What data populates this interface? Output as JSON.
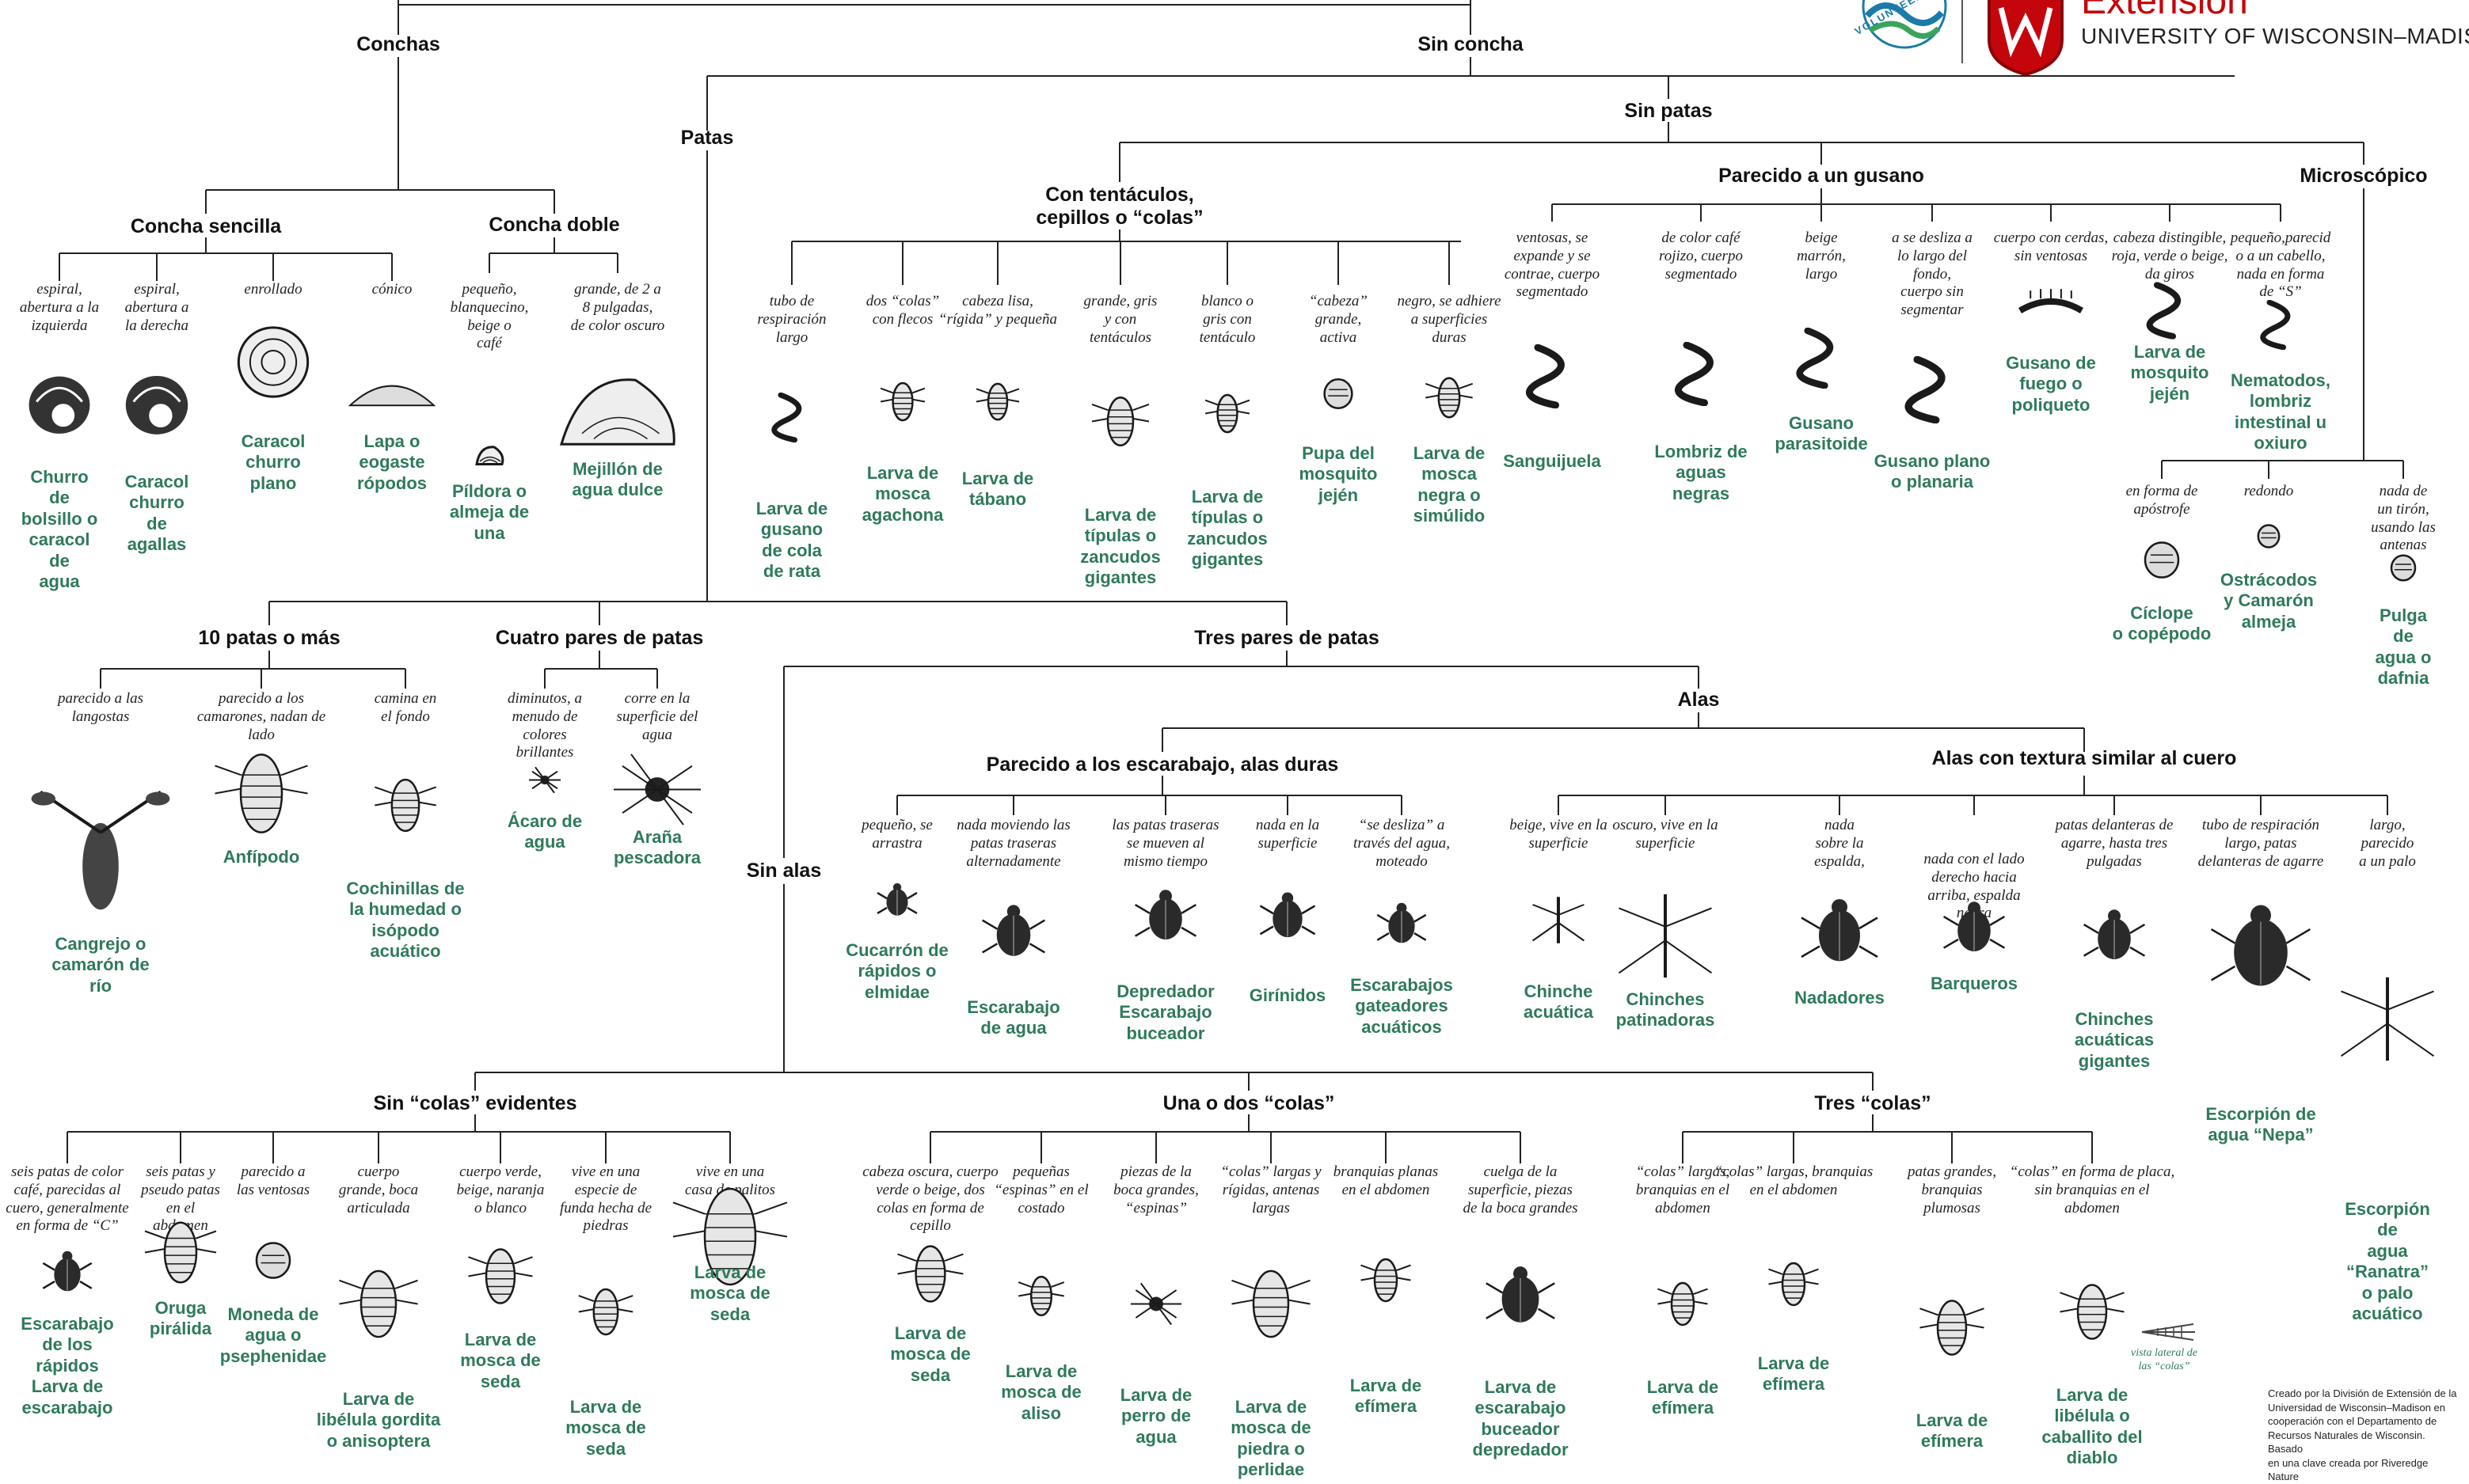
{
  "header": {
    "extension": "Extension",
    "university": "UNIVERSITY OF WISCONSIN–MADISON",
    "volunteers": "VOLUNTEERS"
  },
  "credit": [
    "Creado por la División de Extensión de la",
    "Universidad de Wisconsin–Madison en",
    "cooperación con el Departamento de",
    "Recursos Naturales de Wisconsin. Basado",
    "en una clave creada por Riveredge Nature"
  ],
  "headings": {
    "conchas": "Conchas",
    "sin_concha": "Sin concha",
    "sin_patas": "Sin patas",
    "patas": "Patas",
    "concha_sencilla": "Concha sencilla",
    "concha_doble": "Concha doble",
    "tentaculos": [
      "Con tentáculos,",
      "cepillos o “colas”"
    ],
    "gusano": "Parecido a un gusano",
    "microscopico": "Microscópico",
    "diez_patas": "10 patas o más",
    "cuatro_pares": "Cuatro pares de patas",
    "tres_pares": "Tres pares de patas",
    "alas": "Alas",
    "sin_alas": "Sin alas",
    "escarabajo": "Parecido a los escarabajo, alas duras",
    "cuero": "Alas con textura similar al cuero",
    "sin_colas": "Sin “colas” evidentes",
    "una_dos": "Una o dos “colas”",
    "tres_colas": "Tres “colas”"
  },
  "organisms": [
    {
      "id": "churro",
      "desc": [
        "espiral,",
        "abertura a la",
        "izquierda"
      ],
      "name": [
        "Churro",
        "de",
        "bolsillo o",
        "caracol",
        "de",
        "agua"
      ],
      "icon": "left-spiral-snail-icon"
    },
    {
      "id": "caracol-agallas",
      "desc": [
        "espiral,",
        "abertura a",
        "la derecha"
      ],
      "name": [
        "Caracol",
        "churro",
        "de",
        "agallas"
      ],
      "icon": "right-spiral-snail-icon"
    },
    {
      "id": "caracol-plano",
      "desc": [
        "enrollado"
      ],
      "name": [
        "Caracol",
        "churro",
        "plano"
      ],
      "icon": "planorbid-snail-icon"
    },
    {
      "id": "lapa",
      "desc": [
        "cónico"
      ],
      "name": [
        "Lapa o",
        "eogaste",
        "rópodos"
      ],
      "icon": "limpet-icon"
    },
    {
      "id": "pildora",
      "desc": [
        "pequeño,",
        "blanquecino,",
        "beige o",
        "café"
      ],
      "name": [
        "Píldora o",
        "almeja de",
        "una"
      ],
      "icon": "pea-clam-icon"
    },
    {
      "id": "mejillon",
      "desc": [
        "grande, de 2 a",
        "8 pulgadas,",
        "de color oscuro"
      ],
      "name": [
        "Mejillón de",
        "agua dulce"
      ],
      "icon": "mussel-icon"
    },
    {
      "id": "gusano-rata",
      "desc": [
        "tubo de",
        "respiración",
        "largo"
      ],
      "name": [
        "Larva de",
        "gusano",
        "de cola",
        "de rata"
      ],
      "icon": "rat-tailed-maggot-icon"
    },
    {
      "id": "agachona",
      "desc": [
        "dos “colas”",
        "con flecos"
      ],
      "name": [
        "Larva de",
        "mosca",
        "agachona"
      ],
      "icon": "snipe-fly-larva-icon"
    },
    {
      "id": "tabano",
      "desc": [
        "cabeza lisa,",
        "“rígida” y pequeña"
      ],
      "name": [
        "Larva de",
        "tábano"
      ],
      "icon": "horse-fly-larva-icon"
    },
    {
      "id": "tipulas1",
      "desc": [
        "grande, gris",
        "y con",
        "tentáculos"
      ],
      "name": [
        "Larva de",
        "típulas o",
        "zancudos",
        "gigantes"
      ],
      "icon": "crane-fly-larva-icon"
    },
    {
      "id": "tipulas2",
      "desc": [
        "blanco o",
        "gris con",
        "tentáculo"
      ],
      "name": [
        "Larva de",
        "típulas o",
        "zancudos",
        "gigantes"
      ],
      "icon": "crane-fly-larva-small-icon"
    },
    {
      "id": "jejen-pupa",
      "desc": [
        "“cabeza”",
        "grande,",
        "activa"
      ],
      "name": [
        "Pupa del",
        "mosquito",
        "jején"
      ],
      "icon": "mosquito-pupa-icon"
    },
    {
      "id": "simulido",
      "desc": [
        "negro, se adhiere",
        "a superficies",
        "duras"
      ],
      "name": [
        "Larva de",
        "mosca",
        "negra o",
        "simúlido"
      ],
      "icon": "black-fly-larva-icon"
    },
    {
      "id": "sanguijuela",
      "desc": [
        "ventosas, se",
        "expande y se",
        "contrae, cuerpo",
        "segmentado"
      ],
      "name": [
        "Sanguijuela"
      ],
      "icon": "leech-icon"
    },
    {
      "id": "lombriz",
      "desc": [
        "de color café",
        "rojizo, cuerpo",
        "segmentado"
      ],
      "name": [
        "Lombriz de",
        "aguas",
        "negras"
      ],
      "icon": "sludge-worm-icon"
    },
    {
      "id": "parasitoide",
      "desc": [
        "beige",
        "marrón,",
        "largo"
      ],
      "name": [
        "Gusano",
        "parasitoide"
      ],
      "icon": "parasitoid-worm-icon"
    },
    {
      "id": "planaria",
      "desc": [
        "a se desliza a",
        "lo largo del",
        "fondo,",
        "cuerpo sin",
        "segmentar"
      ],
      "name": [
        "Gusano plano",
        "o planaria"
      ],
      "icon": "planaria-icon"
    },
    {
      "id": "poliqueto",
      "desc": [
        "cuerpo con cerdas,",
        "sin ventosas"
      ],
      "name": [
        "Gusano de",
        "fuego o",
        "poliqueto"
      ],
      "icon": "polychaete-icon"
    },
    {
      "id": "jejen-larva",
      "desc": [
        "cabeza distingible,",
        "roja, verde o beige,",
        "da giros"
      ],
      "name": [
        "Larva de",
        "mosquito",
        "jején"
      ],
      "icon": "midge-larva-icon"
    },
    {
      "id": "nematodo",
      "desc": [
        "pequeño,parecid",
        "o a un cabello,",
        "nada en forma",
        "de “S”"
      ],
      "name": [
        "Nematodos,",
        "lombriz",
        "intestinal u",
        "oxiuro"
      ],
      "icon": "nematode-icon"
    },
    {
      "id": "ciclope",
      "desc": [
        "en forma de",
        "apóstrofe"
      ],
      "name": [
        "Cíclope",
        "o copépodo"
      ],
      "icon": "copepod-icon"
    },
    {
      "id": "ostracodo",
      "desc": [
        "redondo"
      ],
      "name": [
        "Ostrácodos",
        "y Camarón",
        "almeja"
      ],
      "icon": "ostracod-icon"
    },
    {
      "id": "dafnia",
      "desc": [
        "nada de un tirón,",
        "usando las",
        "antenas"
      ],
      "name": [
        "Pulga de",
        "agua o",
        "dafnia"
      ],
      "icon": "daphnia-icon"
    },
    {
      "id": "cangrejo",
      "desc": [
        "parecido a las",
        "langostas"
      ],
      "name": [
        "Cangrejo o",
        "camarón de",
        "río"
      ],
      "icon": "crayfish-icon"
    },
    {
      "id": "anfipodo",
      "desc": [
        "parecido a los",
        "camarones, nadan de",
        "lado"
      ],
      "name": [
        "Anfípodo"
      ],
      "icon": "amphipod-icon"
    },
    {
      "id": "isopodo",
      "desc": [
        "camina en",
        "el fondo"
      ],
      "name": [
        "Cochinillas de",
        "la humedad o",
        "isópodo",
        "acuático"
      ],
      "icon": "isopod-icon"
    },
    {
      "id": "acaro",
      "desc": [
        "diminutos, a",
        "menudo de",
        "colores",
        "brillantes"
      ],
      "name": [
        "Ácaro de",
        "agua"
      ],
      "icon": "water-mite-icon"
    },
    {
      "id": "arana",
      "desc": [
        "corre en la",
        "superficie del",
        "agua"
      ],
      "name": [
        "Araña",
        "pescadora"
      ],
      "icon": "fishing-spider-icon"
    },
    {
      "id": "elmidae",
      "desc": [
        "pequeño, se",
        "arrastra"
      ],
      "name": [
        "Cucarrón de",
        "rápidos o",
        "elmidae"
      ],
      "icon": "riffle-beetle-icon"
    },
    {
      "id": "escarabajo-agua",
      "desc": [
        "nada moviendo las",
        "patas traseras",
        "alternadamente"
      ],
      "name": [
        "Escarabajo",
        "de agua"
      ],
      "icon": "water-beetle-icon"
    },
    {
      "id": "buceador",
      "desc": [
        "las patas traseras",
        "se mueven al",
        "mismo tiempo"
      ],
      "name": [
        "Depredador",
        "Escarabajo",
        "buceador"
      ],
      "icon": "diving-beetle-icon"
    },
    {
      "id": "girinidos",
      "desc": [
        "nada en la",
        "superficie"
      ],
      "name": [
        "Girínidos"
      ],
      "icon": "whirligig-beetle-icon"
    },
    {
      "id": "gateadores",
      "desc": [
        "“se desliza” a",
        "través del agua,",
        "moteado"
      ],
      "name": [
        "Escarabajos",
        "gateadores",
        "acuáticos"
      ],
      "icon": "crawling-beetle-icon"
    },
    {
      "id": "chinche-acuatica",
      "desc": [
        "beige, vive en la",
        "superficie"
      ],
      "name": [
        "Chinche",
        "acuática"
      ],
      "icon": "water-measurer-icon"
    },
    {
      "id": "patinadoras",
      "desc": [
        "oscuro, vive en la",
        "superficie"
      ],
      "name": [
        "Chinches",
        "patinadoras"
      ],
      "icon": "water-strider-icon"
    },
    {
      "id": "nadadores",
      "desc": [
        "nada",
        "sobre la",
        "espalda,"
      ],
      "name": [
        "Nadadores"
      ],
      "icon": "backswimmer-icon"
    },
    {
      "id": "barqueros",
      "desc": [
        "nada con el lado",
        "derecho hacia",
        "arriba, espalda",
        "negra"
      ],
      "name": [
        "Barqueros"
      ],
      "icon": "water-boatman-icon"
    },
    {
      "id": "gigantes",
      "desc": [
        "patas delanteras de",
        "agarre, hasta tres",
        "pulgadas"
      ],
      "name": [
        "Chinches",
        "acuáticas",
        "gigantes"
      ],
      "icon": "giant-water-bug-icon"
    },
    {
      "id": "nepa",
      "desc": [
        "tubo de respiración",
        "largo, patas",
        "delanteras de agarre"
      ],
      "name": [
        "Escorpión de",
        "agua “Nepa”"
      ],
      "icon": "water-scorpion-nepa-icon"
    },
    {
      "id": "ranatra",
      "desc": [
        "largo, parecido",
        "a un palo"
      ],
      "name": [
        "Escorpión de",
        "agua “Ranatra”",
        "o palo acuático"
      ],
      "icon": "water-scorpion-ranatra-icon"
    },
    {
      "id": "rapidos",
      "desc": [
        "seis patas de color",
        "café, parecidas al",
        "cuero, generalmente",
        "en forma de “C”"
      ],
      "name": [
        "Escarabajo",
        "de los",
        "rápidos",
        "Larva de",
        "escarabajo"
      ],
      "icon": "riffle-beetle-larva-icon"
    },
    {
      "id": "piralida",
      "desc": [
        "seis patas y",
        "pseudo patas",
        "en el",
        "abdomen"
      ],
      "name": [
        "Oruga",
        "pirálida"
      ],
      "icon": "caterpillar-icon"
    },
    {
      "id": "psephenidae",
      "desc": [
        "parecido a",
        "las ventosas"
      ],
      "name": [
        "Moneda de",
        "agua o",
        "psephenidae"
      ],
      "icon": "water-penny-icon"
    },
    {
      "id": "libelula-gordita",
      "desc": [
        "cuerpo",
        "grande, boca",
        "articulada"
      ],
      "name": [
        "Larva de",
        "libélula gordita",
        "o anisoptera"
      ],
      "icon": "dragonfly-larva-icon"
    },
    {
      "id": "seda1",
      "desc": [
        "cuerpo verde,",
        "beige, naranja",
        "o blanco"
      ],
      "name": [
        "Larva de",
        "mosca de",
        "seda"
      ],
      "icon": "caddisfly-larva-icon"
    },
    {
      "id": "seda2",
      "desc": [
        "vive en una",
        "especie de",
        "funda hecha de",
        "piedras"
      ],
      "name": [
        "Larva de",
        "mosca de",
        "seda"
      ],
      "icon": "stone-case-caddis-icon"
    },
    {
      "id": "seda3",
      "desc": [
        "vive en una",
        "casa de palitos"
      ],
      "name": [
        "Larva de",
        "mosca de",
        "seda"
      ],
      "icon": "stick-case-caddis-icon"
    },
    {
      "id": "seda4",
      "desc": [
        "cabeza oscura, cuerpo",
        "verde o beige, dos",
        "colas en forma de",
        "cepillo"
      ],
      "name": [
        "Larva de",
        "mosca de",
        "seda"
      ],
      "icon": "net-spinning-caddis-icon"
    },
    {
      "id": "aliso",
      "desc": [
        "pequeñas",
        "“espinas” en el",
        "costado"
      ],
      "name": [
        "Larva de",
        "mosca de",
        "aliso"
      ],
      "icon": "alderfly-larva-icon"
    },
    {
      "id": "perro",
      "desc": [
        "piezas de la",
        "boca grandes,",
        "“espinas”"
      ],
      "name": [
        "Larva de",
        "perro de",
        "agua"
      ],
      "icon": "hellgrammite-icon"
    },
    {
      "id": "piedra",
      "desc": [
        "“colas” largas y",
        "rígidas, antenas",
        "largas"
      ],
      "name": [
        "Larva de",
        "mosca de",
        "piedra o",
        "perlidae"
      ],
      "icon": "stonefly-larva-icon"
    },
    {
      "id": "efimera1",
      "desc": [
        "branquias planas",
        "en el abdomen"
      ],
      "name": [
        "Larva de",
        "efímera"
      ],
      "icon": "mayfly-larva-icon"
    },
    {
      "id": "escarabajo-buceador",
      "desc": [
        "cuelga de la",
        "superficie, piezas",
        "de la boca grandes"
      ],
      "name": [
        "Larva de",
        "escarabajo",
        "buceador",
        "depredador"
      ],
      "icon": "diving-beetle-larva-icon"
    },
    {
      "id": "efimera2",
      "desc": [
        "“colas” largas,",
        "branquias en el",
        "abdomen"
      ],
      "name": [
        "Larva de",
        "efímera"
      ],
      "icon": "mayfly-larva-slim-icon"
    },
    {
      "id": "efimera3",
      "desc": [
        "“colas” largas, branquias",
        "en el abdomen"
      ],
      "name": [
        "Larva de",
        "efímera"
      ],
      "icon": "mayfly-larva-gilled-icon"
    },
    {
      "id": "efimera4",
      "desc": [
        "patas grandes,",
        "branquias",
        "plumosas"
      ],
      "name": [
        "Larva de",
        "efímera"
      ],
      "icon": "mayfly-larva-plumose-icon"
    },
    {
      "id": "caballito",
      "desc": [
        "“colas” en forma de placa,",
        "sin branquias en el",
        "abdomen"
      ],
      "name": [
        "Larva de",
        "libélula o",
        "caballito del",
        "diablo"
      ],
      "icon": "damselfly-larva-icon"
    }
  ],
  "side_note": [
    "vista lateral de",
    "las “colas”"
  ]
}
